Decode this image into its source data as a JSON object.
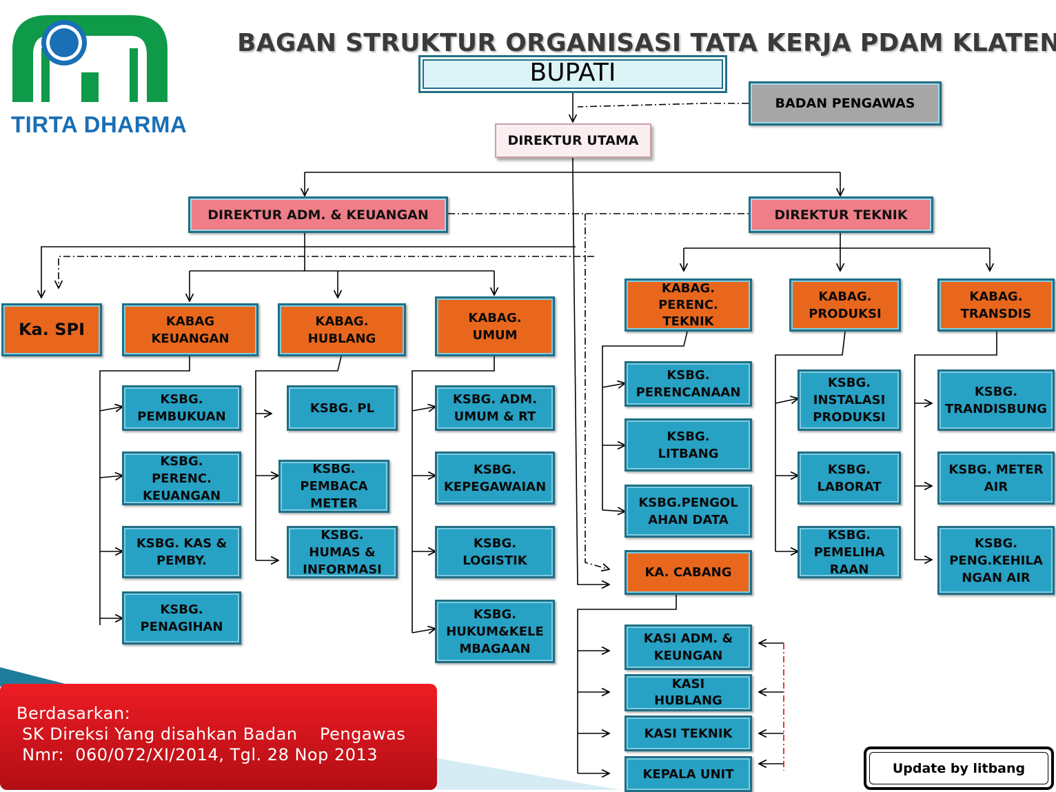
{
  "title": "BAGAN STRUKTUR ORGANISASI TATA KERJA PDAM KLATEN",
  "logo": {
    "text": "TIRTA DHARMA",
    "colors": {
      "green": "#0e9a48",
      "blue": "#1a6fb5"
    }
  },
  "nodes": {
    "bupati": "BUPATI",
    "badan_pengawas": "BADAN PENGAWAS",
    "direktur_utama": "DIREKTUR UTAMA",
    "direktur_adm": "DIREKTUR ADM. & KEUANGAN",
    "direktur_teknik": "DIREKTUR TEKNIK",
    "ka_spi": "Ka. SPI",
    "kabag_keuangan": [
      "KABAG",
      "KEUANGAN"
    ],
    "kabag_hublang": [
      "KABAG.",
      "HUBLANG"
    ],
    "kabag_umum": [
      "KABAG.",
      "UMUM"
    ],
    "kabag_perenc_teknik": [
      "KABAG.",
      "PERENC.",
      "TEKNIK"
    ],
    "kabag_produksi": [
      "KABAG.",
      "PRODUKSI"
    ],
    "kabag_transdis": [
      "KABAG.",
      "TRANSDIS"
    ],
    "ksbg_pembukuan": [
      "KSBG.",
      "PEMBUKUAN"
    ],
    "ksbg_perenc_keuangan": [
      "KSBG.",
      "PERENC.",
      "KEUANGAN"
    ],
    "ksbg_kas": [
      "KSBG. KAS &",
      "PEMBY."
    ],
    "ksbg_penagihan": [
      "KSBG.",
      "PENAGIHAN"
    ],
    "ksbg_pl": [
      "KSBG. PL"
    ],
    "ksbg_pembaca_meter": [
      "KSBG.",
      "PEMBACA",
      "METER"
    ],
    "ksbg_humas": [
      "KSBG.",
      "HUMAS &",
      "INFORMASI"
    ],
    "ksbg_adm_umum": [
      "KSBG. ADM.",
      "UMUM & RT"
    ],
    "ksbg_kepegawaian": [
      "KSBG.",
      "KEPEGAWAIAN"
    ],
    "ksbg_logistik": [
      "KSBG.",
      "LOGISTIK"
    ],
    "ksbg_hukum": [
      "KSBG.",
      "HUKUM&KELE",
      "MBAGAAN"
    ],
    "ksbg_perencanaan": [
      "KSBG.",
      "PERENCANAAN"
    ],
    "ksbg_litbang": [
      "KSBG.",
      "LITBANG"
    ],
    "ksbg_pengolahan_data": [
      "KSBG.PENGOL",
      "AHAN DATA"
    ],
    "ka_cabang": "KA. CABANG",
    "kasi_adm": [
      "KASI ADM. &",
      "KEUNGAN"
    ],
    "kasi_hublang": [
      "KASI",
      "HUBLANG"
    ],
    "kasi_teknik": [
      "KASI TEKNIK"
    ],
    "kepala_unit": [
      "KEPALA UNIT"
    ],
    "ksbg_instalasi": [
      "KSBG.",
      "INSTALASI",
      "PRODUKSI"
    ],
    "ksbg_laborat": [
      "KSBG.",
      "LABORAT"
    ],
    "ksbg_pemeliharaan": [
      "KSBG.",
      "PEMELIHA",
      "RAAN"
    ],
    "ksbg_trandisbung": [
      "KSBG.",
      "TRANDISBUNG"
    ],
    "ksbg_meter_air": [
      "KSBG. METER",
      "AIR"
    ],
    "ksbg_kehilangan": [
      "KSBG.",
      "PENG.KEHILA",
      "NGAN AIR"
    ]
  },
  "basis": {
    "heading": "Berdasarkan:",
    "line1": " SK Direksi Yang disahkan Badan    Pengawas",
    "line2": " Nmr:  060/072/XI/2014, Tgl. 28 Nop 2013"
  },
  "update_note": "Update by litbang",
  "colors": {
    "kasubbag_box": "#27a1c4",
    "kabag_box": "#e8671d",
    "direktur_box": "#ef7e89",
    "pengawas_box": "#a6a6a6",
    "basis_panel": "#ee1c24"
  }
}
